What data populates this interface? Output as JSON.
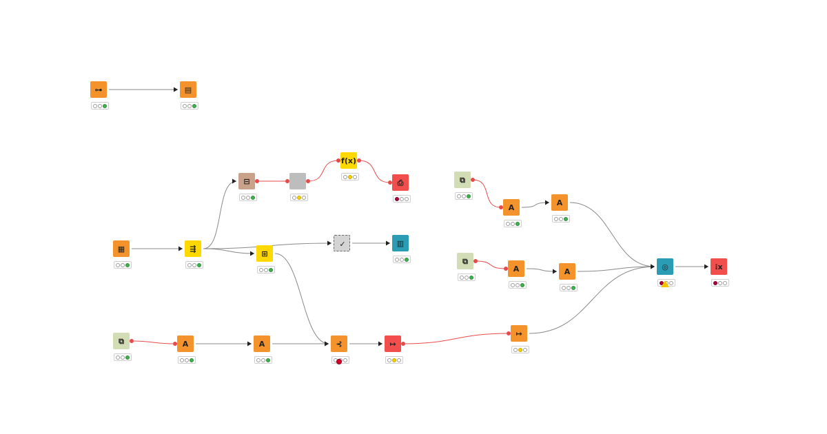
{
  "workflow": {
    "background": "#ffffff",
    "colors": {
      "source": "#f4932b",
      "manipulator": "#ffd800",
      "predictor": "#c9a28a",
      "sink": "#f24e4e",
      "viz": "#2a9db5",
      "db": "#d3ddb5",
      "meta": "#bdbdbd",
      "data_edge": "#888888",
      "flow_edge": "#e84a4a"
    },
    "nodes": [
      {
        "id": "n1",
        "icon": "key-icon",
        "glyph": "⊶",
        "color": "#f4932b",
        "status": [
          "empty",
          "empty",
          "green"
        ]
      },
      {
        "id": "n2",
        "icon": "document-connector-icon",
        "glyph": "▤",
        "color": "#f4932b",
        "status": [
          "empty",
          "empty",
          "green"
        ]
      },
      {
        "id": "n3",
        "icon": "table-creator-icon",
        "glyph": "▦",
        "color": "#f4932b",
        "status": [
          "empty",
          "empty",
          "green"
        ]
      },
      {
        "id": "n4",
        "icon": "splitter-icon",
        "glyph": "⇶",
        "color": "#ffd800",
        "status": [
          "empty",
          "empty",
          "green"
        ]
      },
      {
        "id": "n5",
        "icon": "learner-icon",
        "glyph": "⊟",
        "color": "#c9a28a",
        "status": [
          "empty",
          "empty",
          "green"
        ]
      },
      {
        "id": "n6",
        "icon": "metanode-icon",
        "glyph": "",
        "color": "#bdbdbd",
        "status": [
          "empty",
          "yellow",
          "empty"
        ]
      },
      {
        "id": "n7",
        "icon": "function-icon",
        "glyph": "f(x)",
        "color": "#ffd800",
        "status": [
          "empty",
          "yellow",
          "empty"
        ]
      },
      {
        "id": "n8",
        "icon": "pdf-writer-icon",
        "glyph": "⎙",
        "color": "#f24e4e",
        "status": [
          "red",
          "empty",
          "empty"
        ]
      },
      {
        "id": "n9",
        "icon": "check-icon",
        "glyph": "✓",
        "color": "#d4d4d4",
        "status": null
      },
      {
        "id": "n10",
        "icon": "report-icon",
        "glyph": "▥",
        "color": "#2a9db5",
        "status": [
          "empty",
          "empty",
          "green"
        ]
      },
      {
        "id": "n11",
        "icon": "table-view-icon",
        "glyph": "⊞",
        "color": "#ffd800",
        "status": [
          "empty",
          "empty",
          "green"
        ]
      },
      {
        "id": "n12",
        "icon": "db-connector-icon",
        "glyph": "⧉",
        "color": "#d3ddb5",
        "status": [
          "empty",
          "empty",
          "green"
        ]
      },
      {
        "id": "n13",
        "icon": "filter-a-icon",
        "glyph": "A",
        "color": "#f4932b",
        "status": [
          "empty",
          "empty",
          "green"
        ]
      },
      {
        "id": "n14",
        "icon": "filter-a-icon",
        "glyph": "A",
        "color": "#f4932b",
        "status": [
          "empty",
          "empty",
          "green"
        ]
      },
      {
        "id": "n15",
        "icon": "joiner-icon",
        "glyph": "⊰",
        "color": "#f4932b",
        "status": [
          "empty",
          "empty",
          "empty"
        ]
      },
      {
        "id": "n16",
        "icon": "loop-end-icon",
        "glyph": "↦",
        "color": "#f24e4e",
        "status": [
          "empty",
          "yellow",
          "empty"
        ]
      },
      {
        "id": "n17",
        "icon": "variable-icon",
        "glyph": "↦",
        "color": "#f4932b",
        "status": [
          "empty",
          "yellow",
          "empty"
        ]
      },
      {
        "id": "n18",
        "icon": "db-connector-icon",
        "glyph": "⧉",
        "color": "#d3ddb5",
        "status": [
          "empty",
          "empty",
          "green"
        ]
      },
      {
        "id": "n19",
        "icon": "filter-a-icon",
        "glyph": "A",
        "color": "#f4932b",
        "status": [
          "empty",
          "empty",
          "green"
        ]
      },
      {
        "id": "n20",
        "icon": "filter-a-icon",
        "glyph": "A",
        "color": "#f4932b",
        "status": [
          "empty",
          "empty",
          "green"
        ]
      },
      {
        "id": "n21",
        "icon": "db-connector-icon",
        "glyph": "⧉",
        "color": "#d3ddb5",
        "status": [
          "empty",
          "empty",
          "green"
        ]
      },
      {
        "id": "n22",
        "icon": "filter-a-icon",
        "glyph": "A",
        "color": "#f4932b",
        "status": [
          "empty",
          "empty",
          "green"
        ]
      },
      {
        "id": "n23",
        "icon": "filter-a-icon",
        "glyph": "A",
        "color": "#f4932b",
        "status": [
          "empty",
          "empty",
          "green"
        ]
      },
      {
        "id": "n24",
        "icon": "concatenate-icon",
        "glyph": "◎",
        "color": "#2a9db5",
        "status": [
          "red",
          "empty",
          "empty"
        ]
      },
      {
        "id": "n25",
        "icon": "variable-writer-icon",
        "glyph": "⁝x",
        "color": "#f24e4e",
        "status": [
          "red",
          "empty",
          "empty"
        ]
      }
    ],
    "warnings": [
      {
        "node": "n24",
        "icon": "warning-icon"
      }
    ],
    "errors": [
      {
        "node": "n15",
        "icon": "error-icon"
      }
    ],
    "edges": [
      {
        "from": "n1",
        "to": "n2",
        "kind": "data"
      },
      {
        "from": "n3",
        "to": "n4",
        "kind": "data"
      },
      {
        "from": "n4",
        "to": "n5",
        "kind": "data"
      },
      {
        "from": "n5",
        "to": "n6",
        "kind": "flow"
      },
      {
        "from": "n6",
        "to": "n7",
        "kind": "flow"
      },
      {
        "from": "n7",
        "to": "n8",
        "kind": "flow"
      },
      {
        "from": "n4",
        "to": "n9",
        "kind": "data"
      },
      {
        "from": "n9",
        "to": "n10",
        "kind": "data"
      },
      {
        "from": "n4",
        "to": "n11",
        "kind": "data"
      },
      {
        "from": "n11",
        "to": "n15",
        "kind": "data"
      },
      {
        "from": "n12",
        "to": "n13",
        "kind": "flow"
      },
      {
        "from": "n13",
        "to": "n14",
        "kind": "data"
      },
      {
        "from": "n14",
        "to": "n15",
        "kind": "data"
      },
      {
        "from": "n15",
        "to": "n16",
        "kind": "data"
      },
      {
        "from": "n16",
        "to": "n17",
        "kind": "flow"
      },
      {
        "from": "n17",
        "to": "n24",
        "kind": "data"
      },
      {
        "from": "n18",
        "to": "n19",
        "kind": "flow"
      },
      {
        "from": "n19",
        "to": "n20",
        "kind": "data"
      },
      {
        "from": "n20",
        "to": "n24",
        "kind": "data"
      },
      {
        "from": "n21",
        "to": "n22",
        "kind": "flow"
      },
      {
        "from": "n22",
        "to": "n23",
        "kind": "data"
      },
      {
        "from": "n23",
        "to": "n24",
        "kind": "data"
      },
      {
        "from": "n24",
        "to": "n25",
        "kind": "data"
      }
    ]
  }
}
